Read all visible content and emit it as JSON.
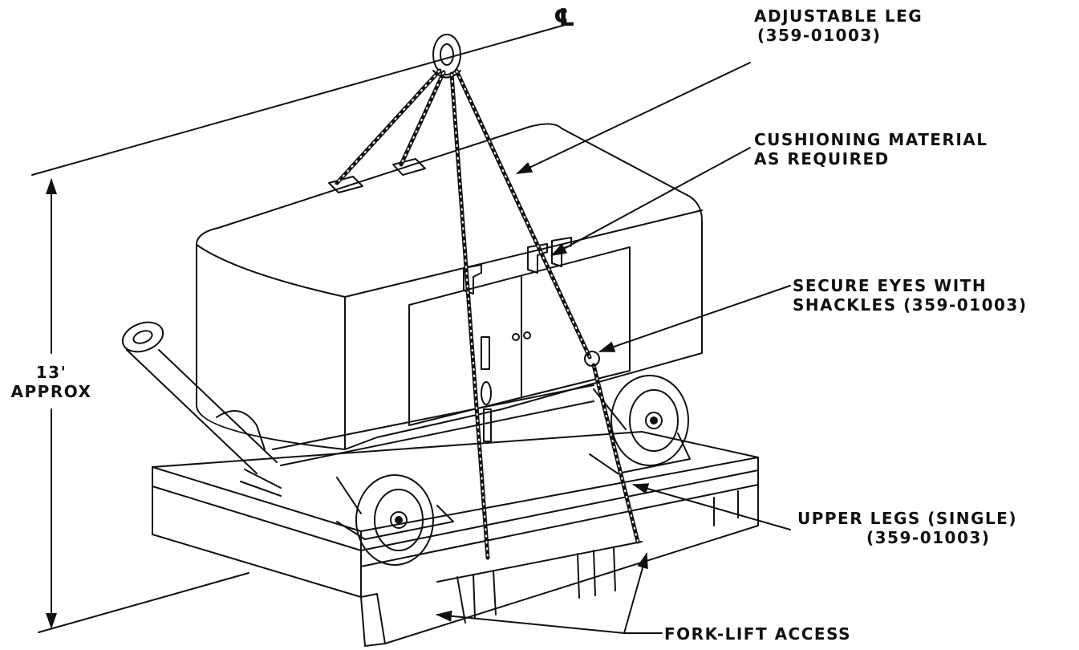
{
  "diagram": {
    "centerline_symbol": "℄",
    "dimension": {
      "value": "13'",
      "unit_text": "APPROX"
    },
    "callouts": {
      "adjustable_leg": {
        "line1": "ADJUSTABLE LEG",
        "line2": "(359-01003)"
      },
      "cushioning": {
        "line1": "CUSHIONING MATERIAL",
        "line2": "AS REQUIRED"
      },
      "secure_eyes": {
        "line1": "SECURE EYES WITH",
        "line2": "SHACKLES (359-01003)"
      },
      "upper_legs": {
        "line1": "UPPER LEGS (SINGLE)",
        "line2": "(359-01003)"
      },
      "fork_lift": {
        "line1": "FORK-LIFT ACCESS"
      }
    }
  }
}
